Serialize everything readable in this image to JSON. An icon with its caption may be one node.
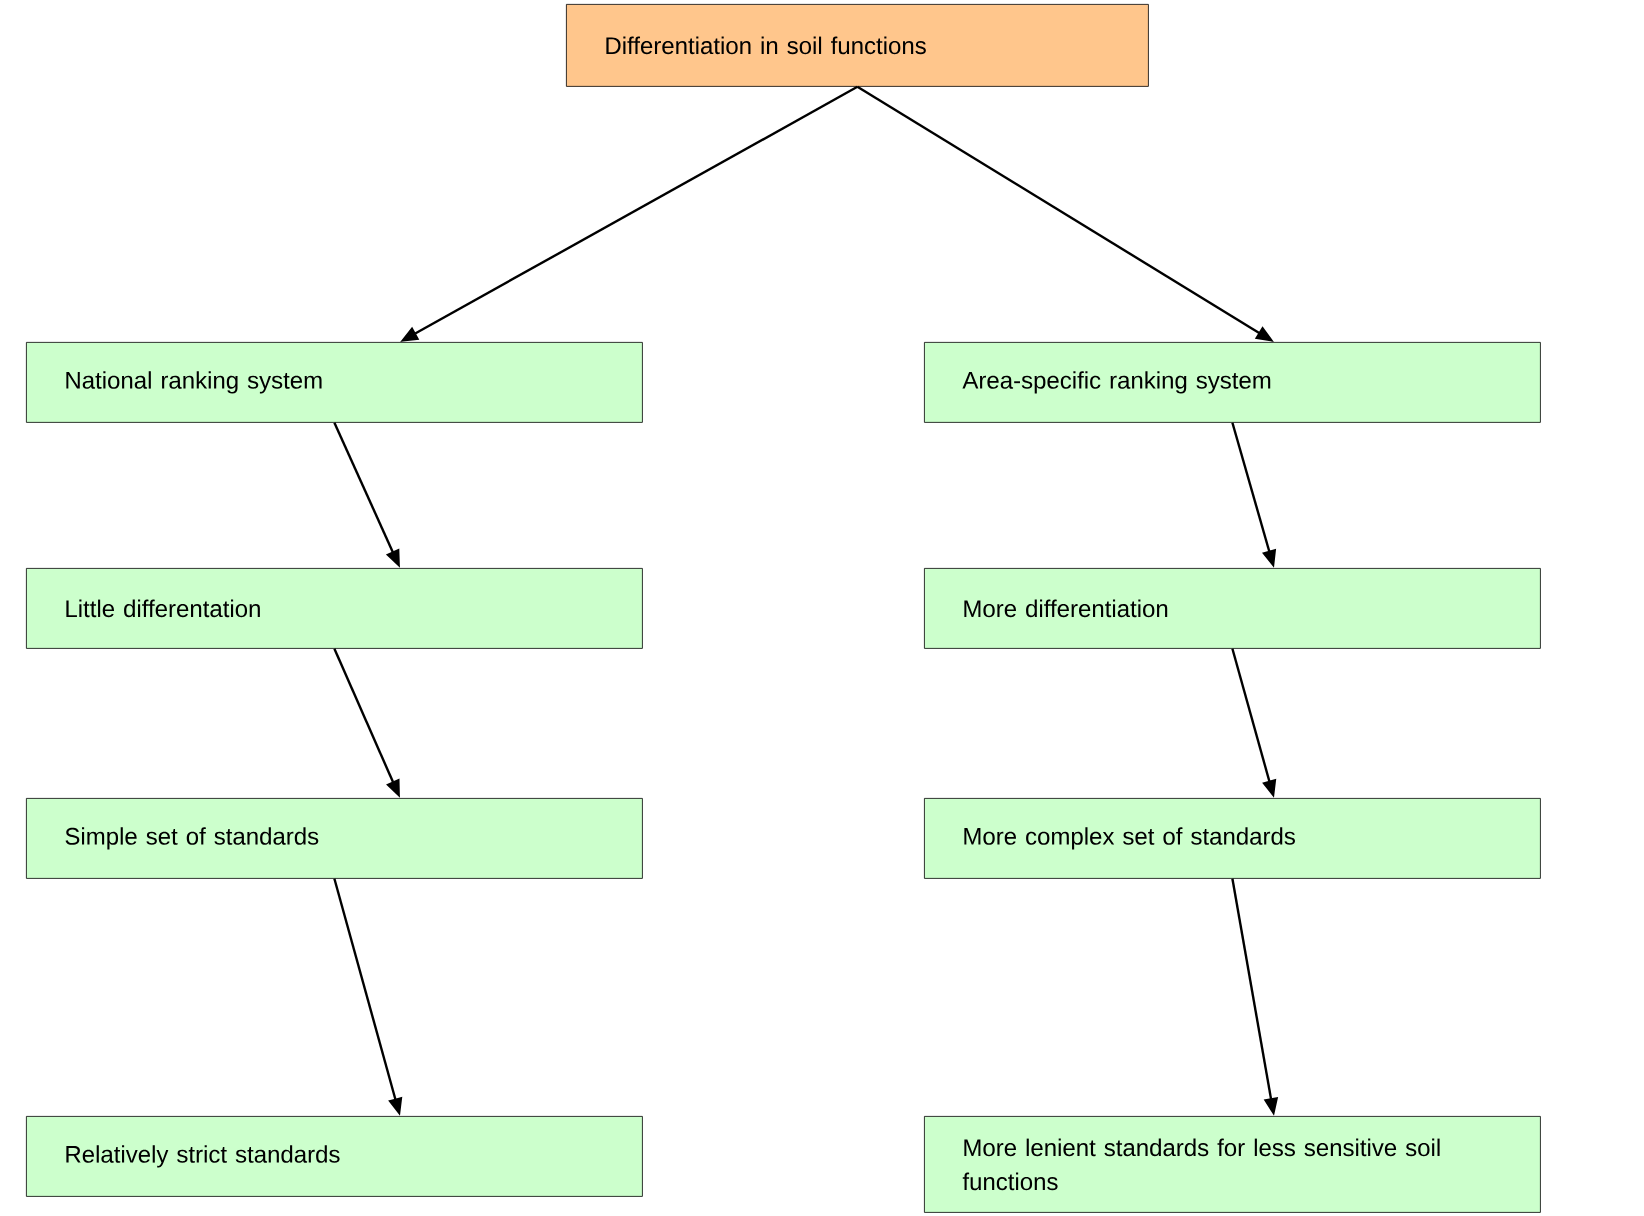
{
  "diagram": {
    "nodes": [
      {
        "text": [
          "Differentiation in soil functions"
        ]
      },
      {
        "text": [
          "National ranking system"
        ]
      },
      {
        "text": [
          "Area-specific ranking system"
        ]
      },
      {
        "text": [
          "Little differentation"
        ]
      },
      {
        "text": [
          "More differentiation"
        ]
      },
      {
        "text": [
          "Simple set of standards"
        ]
      },
      {
        "text": [
          "More complex set of standards"
        ]
      },
      {
        "text": [
          "Relatively strict standards"
        ]
      },
      {
        "text": [
          "More lenient standards for less sensitive soil functions"
        ]
      }
    ],
    "edges": [
      {
        "from": 0,
        "to": 1,
        "arrow": "to"
      },
      {
        "from": 0,
        "to": 2,
        "arrow": "to"
      },
      {
        "from": 1,
        "to": 3,
        "arrow": "to"
      },
      {
        "from": 3,
        "to": 5,
        "arrow": "to"
      },
      {
        "from": 5,
        "to": 7,
        "arrow": "to"
      },
      {
        "from": 2,
        "to": 4,
        "arrow": "to"
      },
      {
        "from": 4,
        "to": 6,
        "arrow": "to"
      },
      {
        "from": 6,
        "to": 8,
        "arrow": "to"
      }
    ]
  }
}
